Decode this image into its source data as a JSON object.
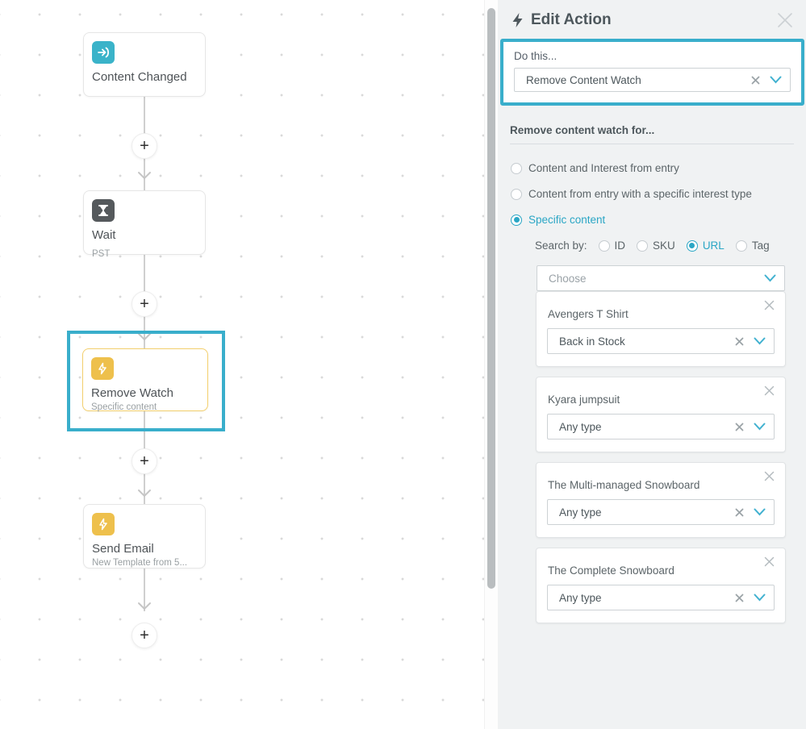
{
  "colors": {
    "accent_teal": "#39aecb",
    "teal_text": "#2aa6c5",
    "amber_icon": "#eec04c",
    "dark_icon": "#55595c",
    "teal_icon": "#3ab3c9",
    "panel_bg": "#f0f2f3",
    "text_dark": "#4d575c"
  },
  "canvas": {
    "plus_label": "+",
    "nodes": [
      {
        "title": "Content Changed",
        "subtitle": "",
        "icon": "enter-icon"
      },
      {
        "title": "Wait",
        "subtitle": "PST",
        "icon": "hourglass-icon"
      },
      {
        "title": "Remove Watch",
        "subtitle": "Specific content",
        "icon": "bolt-icon",
        "selected": true
      },
      {
        "title": "Send Email",
        "subtitle": "New Template from 5...",
        "icon": "bolt-icon"
      }
    ]
  },
  "panel": {
    "title": "Edit Action",
    "do_this": {
      "label": "Do this...",
      "value": "Remove Content Watch"
    },
    "section_title": "Remove content watch for...",
    "radios": [
      {
        "label": "Content and Interest from entry",
        "selected": false
      },
      {
        "label": "Content from entry with a specific interest type",
        "selected": false
      },
      {
        "label": "Specific content",
        "selected": true
      }
    ],
    "search_by": {
      "label": "Search by:",
      "options": [
        {
          "label": "ID",
          "selected": false
        },
        {
          "label": "SKU",
          "selected": false
        },
        {
          "label": "URL",
          "selected": true
        },
        {
          "label": "Tag",
          "selected": false
        }
      ]
    },
    "choose_placeholder": "Choose",
    "items": [
      {
        "name": "Avengers T Shirt",
        "type": "Back in Stock"
      },
      {
        "name": "Kyara jumpsuit",
        "type": "Any type"
      },
      {
        "name": "The Multi-managed Snowboard",
        "type": "Any type"
      },
      {
        "name": "The Complete Snowboard",
        "type": "Any type"
      }
    ]
  }
}
